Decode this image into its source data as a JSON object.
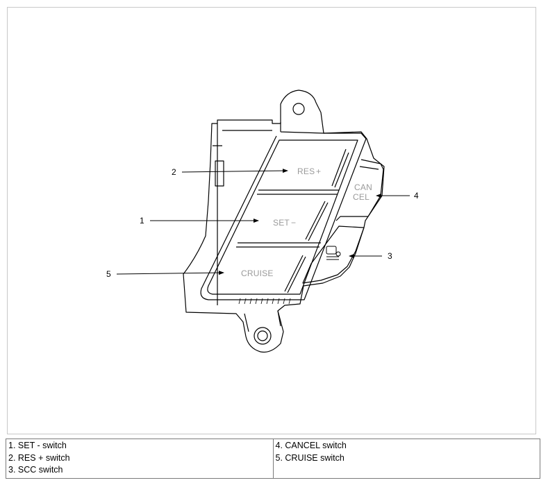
{
  "diagram": {
    "button_labels": {
      "res": "RES",
      "res_sign": "+",
      "set": "SET",
      "set_sign": "−",
      "cruise": "CRUISE",
      "cancel_top": "CAN",
      "cancel_bottom": "CEL"
    },
    "callouts": {
      "c1": "1",
      "c2": "2",
      "c3": "3",
      "c4": "4",
      "c5": "5"
    }
  },
  "legend": {
    "left": [
      "1. SET - switch",
      "2. RES + switch",
      "3. SCC switch"
    ],
    "right": [
      "4. CANCEL switch",
      "5. CRUISE switch"
    ]
  }
}
